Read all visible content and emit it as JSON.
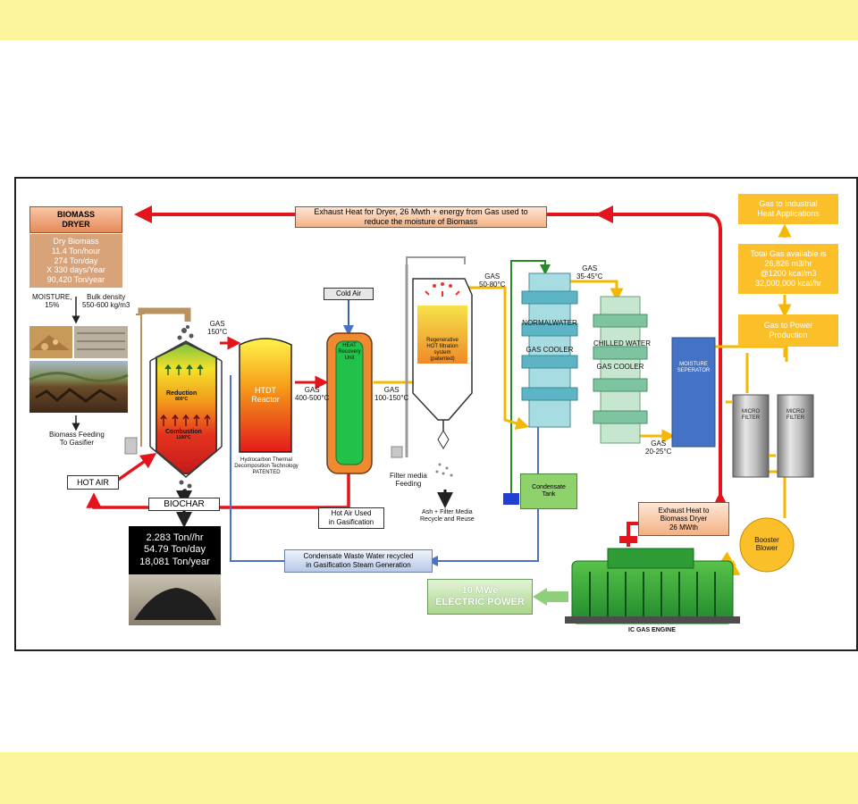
{
  "dryer": {
    "title_line1": "BIOMASS",
    "title_line2": "DRYER",
    "info": [
      "Dry Biomass",
      "11.4 Ton/hour",
      "274 Ton/day",
      "X 330 days/Year",
      "90,420 Ton/year"
    ],
    "moisture_line1": "MOISTURE,",
    "moisture_line2": "15%",
    "bulk_line1": "Bulk density",
    "bulk_line2": "550-600 kg/m3",
    "feeding_line1": "Biomass Feeding",
    "feeding_line2": "To Gasifier"
  },
  "exhaust_top": {
    "line1": "Exhaust Heat for Dryer, 26 Mwth + energy from Gas used to",
    "line2": "reduce the moisture of Biomass"
  },
  "gasifier": {
    "reduction": "Reduction",
    "reduction_temp": "800°C",
    "combustion": "Combustion",
    "combustion_temp": "1100°C",
    "gas_label": "GAS",
    "gas_temp": "150°C"
  },
  "hot_air": "HOT AIR",
  "biochar": {
    "label": "BIOCHAR",
    "values": [
      "2.283 Ton//hr",
      "54.79 Ton/day",
      "18,081 Ton/year"
    ]
  },
  "htdt": {
    "line1": "HTDT",
    "line2": "Reactor",
    "desc1": "Hydrocarbon Thermal",
    "desc2": "Decomposition Technology",
    "desc3": "PATENTED"
  },
  "gas_400": {
    "line1": "GAS",
    "line2": "400-500°C"
  },
  "cold_air": "Cold Air",
  "heat_recovery": {
    "line1": "HEAT",
    "line2": "Recovery",
    "line3": "Unit"
  },
  "hot_air_used": {
    "line1": "Hot Air Used",
    "line2": "in Gasification"
  },
  "gas_100": {
    "line1": "GAS",
    "line2": "100-150°C"
  },
  "filter": {
    "text1": "Regenerative",
    "text2": "HOT filtration",
    "text3": "system",
    "text4": "(patented)",
    "gas_line1": "GAS",
    "gas_line2": "50-80°C",
    "feeding1": "Filter media",
    "feeding2": "Feeding",
    "ash1": "Ash + Filter Media",
    "ash2": "Recycle and Reuse"
  },
  "normal_cooler": {
    "line1": "NORMALWATER",
    "line2": "GAS COOLER"
  },
  "gas_35": {
    "line1": "GAS",
    "line2": "35-45°C"
  },
  "chilled_cooler": {
    "line1": "CHILLED WATER",
    "line2": "GAS COOLER"
  },
  "gas_20": {
    "line1": "GAS",
    "line2": "20-25°C"
  },
  "moisture_sep": {
    "line1": "MOISTURE",
    "line2": "SEPERATOR"
  },
  "condensate_tank": {
    "line1": "Condensate",
    "line2": "Tank"
  },
  "condensate_recycle": {
    "line1": "Condensate Waste Water recycled",
    "line2": "in Gasification Steam Generation"
  },
  "industrial": {
    "line1": "Gas to Industrial",
    "line2": "Heat Applications"
  },
  "total_gas": {
    "line1": "Total Gas available is",
    "line2": "26,826 m3/hr",
    "line3": "@1200 kcal/m3",
    "line4": "32,000,000 kcal/hr"
  },
  "power_prod": {
    "line1": "Gas to Power",
    "line2": "Production"
  },
  "micro_filter": {
    "line1": "MICRO",
    "line2": "FILTER"
  },
  "booster": {
    "line1": "Booster",
    "line2": "Blower"
  },
  "exhaust_engine": {
    "line1": "Exhaust Heat to",
    "line2": "Biomass Dryer",
    "line3": "26 MWth"
  },
  "electric": {
    "line1": "10 MWe",
    "line2": "ELECTRIC POWER"
  },
  "engine_label": "IC GAS ENGINE",
  "colors": {
    "red_line": "#e3141b",
    "blue_line": "#4a72c4",
    "yellow_line": "#f5b800",
    "orange_box": "#f4b183",
    "gold_box": "#fbbf2a",
    "cooler_blue": "#a7dde2",
    "chilled_green": "#c7e6cf",
    "separator_blue": "#4472c4",
    "tank_green": "#8fd16a",
    "band_yellow": "#fdf59b"
  }
}
